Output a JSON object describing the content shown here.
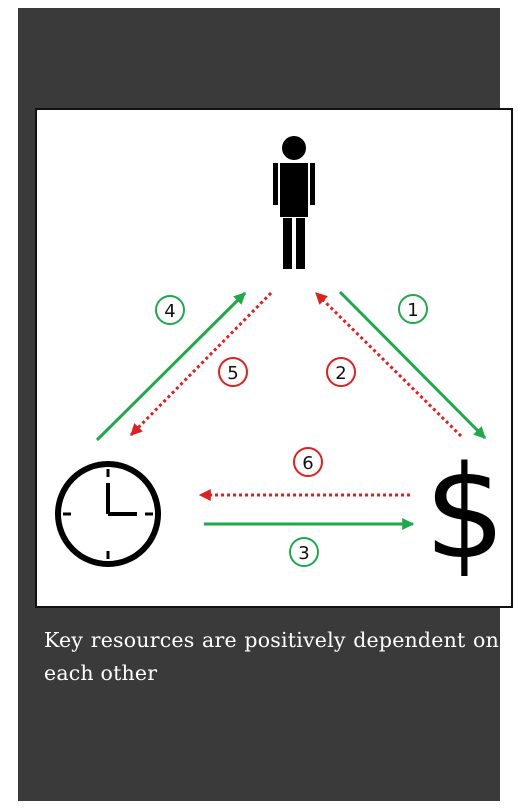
{
  "caption": "Key resources are positively dependent on each other",
  "colors": {
    "panel": "#3a3a3a",
    "figure_bg": "#ffffff",
    "positive": "#1faa4a",
    "negative": "#e02020",
    "icon": "#000000",
    "caption_text": "#ffffff"
  },
  "icons": {
    "person": "person-icon",
    "clock": "clock-icon",
    "money": "dollar-icon"
  },
  "money_symbol": "$",
  "arrows": [
    {
      "label": "1",
      "from": "person",
      "to": "money",
      "style": "solid",
      "color": "green"
    },
    {
      "label": "2",
      "from": "money",
      "to": "person",
      "style": "dotted",
      "color": "red"
    },
    {
      "label": "3",
      "from": "clock",
      "to": "money",
      "style": "solid",
      "color": "green"
    },
    {
      "label": "4",
      "from": "clock",
      "to": "person",
      "style": "solid",
      "color": "green"
    },
    {
      "label": "5",
      "from": "person",
      "to": "clock",
      "style": "dotted",
      "color": "red"
    },
    {
      "label": "6",
      "from": "money",
      "to": "clock",
      "style": "dotted",
      "color": "red"
    }
  ]
}
